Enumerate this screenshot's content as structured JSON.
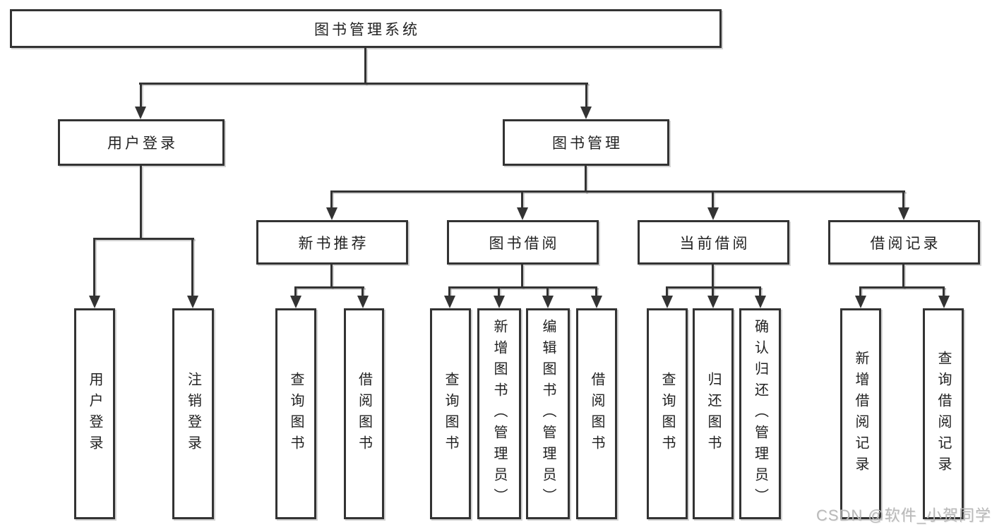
{
  "diagram": {
    "root": "图书管理系统",
    "level2": [
      "用户登录",
      "图书管理"
    ],
    "level3": [
      "新书推荐",
      "图书借阅",
      "当前借阅",
      "借阅记录"
    ],
    "leaves": {
      "login": [
        "用户登录",
        "注销登录"
      ],
      "newbook": [
        "查询图书",
        "借阅图书"
      ],
      "borrow": [
        "查询图书",
        "新增图书（管理员）",
        "编辑图书（管理员）",
        "借阅图书"
      ],
      "current": [
        "查询图书",
        "归还图书",
        "确认归还（管理员）"
      ],
      "record": [
        "新增借阅记录",
        "查询借阅记录"
      ]
    }
  },
  "watermark": "CSDN @软件_小贺同学",
  "colors": {
    "line": "#333333",
    "text": "#222222",
    "watermark": "#b9b9b9",
    "background": "#ffffff"
  }
}
